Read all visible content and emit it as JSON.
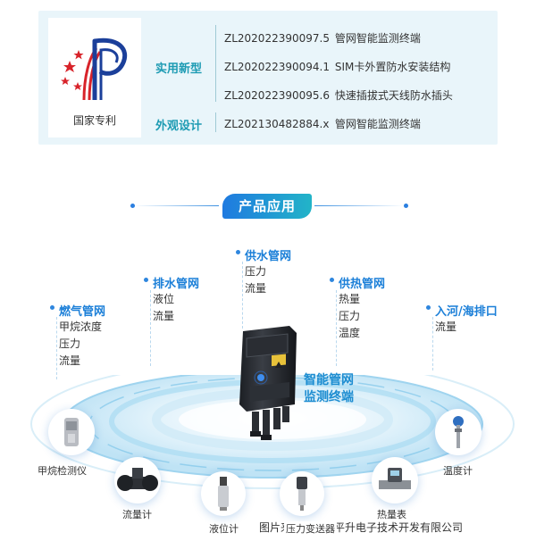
{
  "patents": {
    "logo_caption": "国家专利",
    "categories": [
      {
        "name": "实用新型",
        "items": [
          {
            "number": "ZL202022390097.5",
            "title": "管网智能监测终端"
          },
          {
            "number": "ZL202022390094.1",
            "title": "SIM卡外置防水安装结构"
          },
          {
            "number": "ZL202022390095.6",
            "title": "快速插拔式天线防水插头"
          }
        ]
      },
      {
        "name": "外观设计",
        "items": [
          {
            "number": "ZL202130482884.x",
            "title": "管网智能监测终端"
          }
        ]
      }
    ]
  },
  "section_title": "产品应用",
  "networks": [
    {
      "name": "燃气管网",
      "items": [
        "甲烷浓度",
        "压力",
        "流量"
      ]
    },
    {
      "name": "排水管网",
      "items": [
        "液位",
        "流量"
      ]
    },
    {
      "name": "供水管网",
      "items": [
        "压力",
        "流量"
      ]
    },
    {
      "name": "供热管网",
      "items": [
        "热量",
        "压力",
        "温度"
      ]
    },
    {
      "name": "入河/海排口",
      "items": [
        "流量"
      ]
    }
  ],
  "device_label": [
    "智能管网",
    "监测终端"
  ],
  "sensors": [
    {
      "label": "甲烷检测仪",
      "icon": "methane-detector-icon"
    },
    {
      "label": "流量计",
      "icon": "flowmeter-icon"
    },
    {
      "label": "液位计",
      "icon": "level-meter-icon"
    },
    {
      "label": "压力变送器",
      "icon": "pressure-transmitter-icon"
    },
    {
      "label": "热量表",
      "icon": "heat-meter-icon"
    },
    {
      "label": "温度计",
      "icon": "thermometer-icon"
    }
  ],
  "caption": "图片来源：唐山平升电子技术开发有限公司",
  "colors": {
    "accent": "#1b7fd8",
    "teal": "#1d9bb3",
    "panel_bg": "#e9f5fa"
  }
}
